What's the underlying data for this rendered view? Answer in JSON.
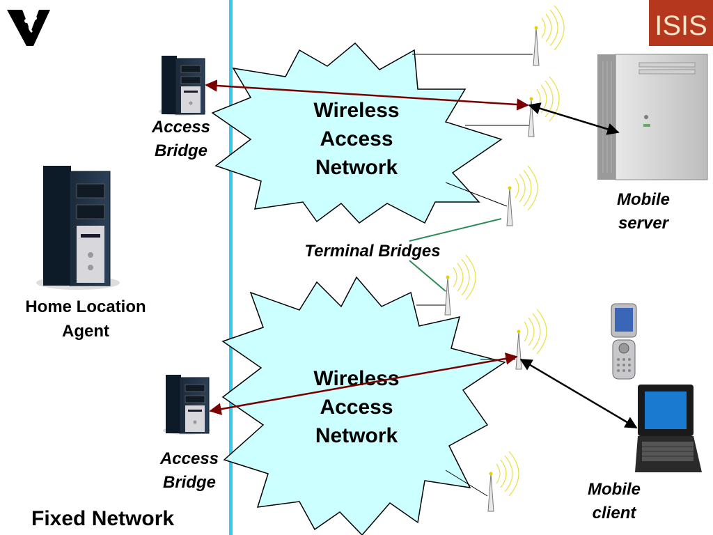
{
  "logos": {
    "left": "V",
    "right": "ISIS"
  },
  "clouds": {
    "top": [
      "Wireless",
      "Access",
      "Network"
    ],
    "bottom": [
      "Wireless",
      "Access",
      "Network"
    ]
  },
  "labels": {
    "access_bridge_top": [
      "Access",
      "Bridge"
    ],
    "access_bridge_bottom": [
      "Access",
      "Bridge"
    ],
    "home_location_agent": [
      "Home Location",
      "Agent"
    ],
    "terminal_bridges": "Terminal Bridges",
    "mobile_server": [
      "Mobile",
      "server"
    ],
    "mobile_client": [
      "Mobile",
      "client"
    ],
    "fixed_network": "Fixed Network"
  },
  "colors": {
    "divider": "#33ccee",
    "cloud_fill": "#ccffff",
    "arrow_red": "#7a0000",
    "leader_green": "#2e8b57",
    "isis_bg": "#b5371e"
  },
  "icons": [
    "tower-icon",
    "server-icon",
    "phone-icon",
    "laptop-icon",
    "pc-tower-icon"
  ]
}
